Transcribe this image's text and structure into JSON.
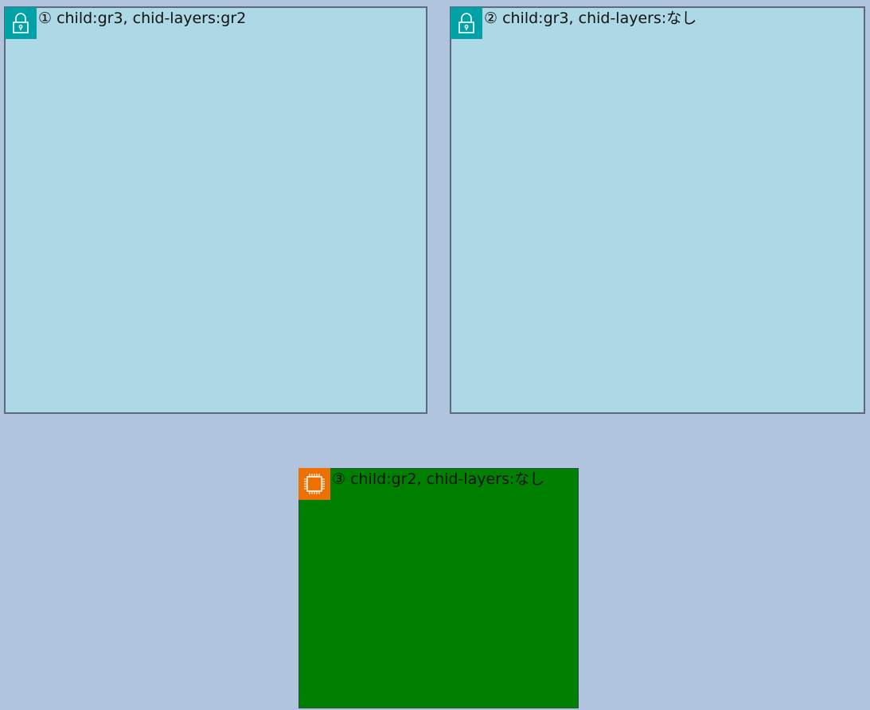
{
  "groups": [
    {
      "label": "① child:gr3, chid-layers:gr2",
      "icon": "lock-icon",
      "fill": "#add8e6",
      "icon_bg": "#00a1a7"
    },
    {
      "label": "② child:gr3, chid-layers:なし",
      "icon": "lock-icon",
      "fill": "#add8e6",
      "icon_bg": "#00a1a7"
    },
    {
      "label": "③ child:gr2, chid-layers:なし",
      "icon": "chip-icon",
      "fill": "#008000",
      "icon_bg": "#ed7100"
    }
  ],
  "background": "#b0c4de"
}
